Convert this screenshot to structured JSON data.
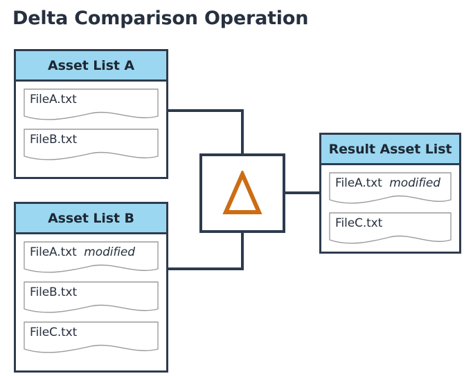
{
  "title": "Delta Comparison Operation",
  "colors": {
    "panel_border": "#2e3b4e",
    "header_fill": "#9bd7f0",
    "text": "#26303f",
    "delta_orange": "#cc6d13",
    "card_border": "#9a9a9a",
    "background": "#ffffff"
  },
  "panels": {
    "list_a": {
      "header": "Asset List A",
      "files": [
        {
          "name": "FileA.txt",
          "modifier": ""
        },
        {
          "name": "FileB.txt",
          "modifier": ""
        }
      ]
    },
    "list_b": {
      "header": "Asset List B",
      "files": [
        {
          "name": "FileA.txt",
          "modifier": "modified"
        },
        {
          "name": "FileB.txt",
          "modifier": ""
        },
        {
          "name": "FileC.txt",
          "modifier": ""
        }
      ]
    },
    "result": {
      "header": "Result Asset List",
      "files": [
        {
          "name": "FileA.txt",
          "modifier": "modified"
        },
        {
          "name": "FileC.txt",
          "modifier": ""
        }
      ]
    }
  },
  "operator": {
    "symbol": "delta-triangle-icon",
    "glyph": "Δ",
    "label": ""
  },
  "connectors": [
    {
      "name": "list-a-to-operator",
      "from": "list_a",
      "to": "operator"
    },
    {
      "name": "list-b-to-operator",
      "from": "list_b",
      "to": "operator"
    },
    {
      "name": "operator-to-result",
      "from": "operator",
      "to": "result"
    }
  ]
}
